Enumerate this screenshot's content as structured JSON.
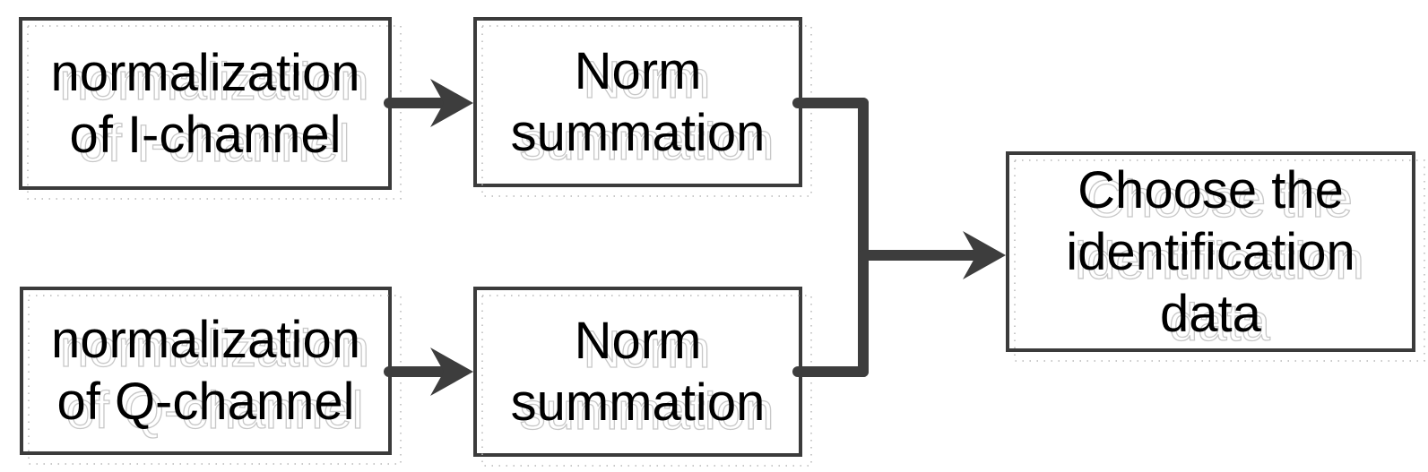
{
  "figure": {
    "description": "flow diagram: I/Q channel normalization to norm summation, merged into identification data selection",
    "background": "#ffffff"
  },
  "colors": {
    "connector": "#3d3d3d",
    "box_border": "#3b3b3b",
    "text": "#000000",
    "ghost_text_outline": "#c8c8c8",
    "ghost_dotted_rect": "#b8b8b8"
  },
  "nodes": [
    {
      "id": "normalization-i",
      "lines": [
        "normalization",
        "of I-channel"
      ]
    },
    {
      "id": "norm-summation-top",
      "lines": [
        "Norm",
        "summation"
      ]
    },
    {
      "id": "normalization-q",
      "lines": [
        "normalization",
        "of Q-channel"
      ]
    },
    {
      "id": "norm-summation-bottom",
      "lines": [
        "Norm",
        "summation"
      ]
    },
    {
      "id": "choose-identification",
      "lines": [
        "Choose the",
        "identification",
        "data"
      ]
    }
  ],
  "edges": [
    {
      "from": "normalization-i",
      "to": "norm-summation-top",
      "type": "arrow"
    },
    {
      "from": "normalization-q",
      "to": "norm-summation-bottom",
      "type": "arrow"
    },
    {
      "from": "norm-summation-top",
      "to": "choose-identification",
      "type": "merge-arrow"
    },
    {
      "from": "norm-summation-bottom",
      "to": "choose-identification",
      "type": "merge-arrow"
    }
  ]
}
